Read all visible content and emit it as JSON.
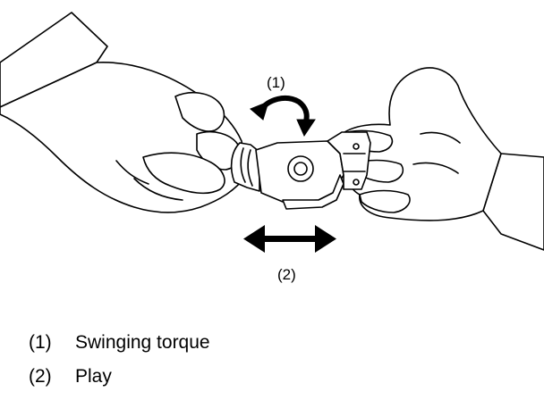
{
  "figure": {
    "callout_1": "(1)",
    "callout_2": "(2)",
    "arrow_color": "#000000",
    "line_color": "#000000"
  },
  "legend": [
    {
      "key": "(1)",
      "text": "Swinging torque"
    },
    {
      "key": "(2)",
      "text": "Play"
    }
  ]
}
